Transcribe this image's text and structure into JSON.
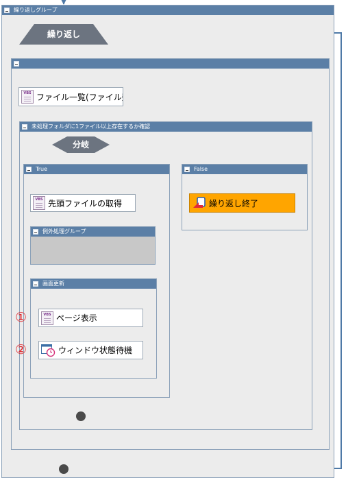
{
  "outer_group": {
    "title": "繰り返しグループ"
  },
  "loop": {
    "label": "繰り返し"
  },
  "loop_body": {
    "title": ""
  },
  "file_list": {
    "label": "ファイル一覧(ファイル数..."
  },
  "check_group": {
    "title": "未処理フォルダに1ファイル以上存在するか確認"
  },
  "branch": {
    "label": "分岐"
  },
  "true_branch": {
    "title": "True"
  },
  "false_branch": {
    "title": "False"
  },
  "get_first_file": {
    "label": "先頭ファイルの取得"
  },
  "exception_group": {
    "title": "例外処理グループ"
  },
  "screen_update": {
    "title": "画面更新"
  },
  "page_display": {
    "label": "ページ表示",
    "marker": "①"
  },
  "window_wait": {
    "label": "ウィンドウ状態待機",
    "marker": "②"
  },
  "loop_end": {
    "label": "繰り返し終了"
  },
  "colors": {
    "header": "#5b7fa6",
    "connector": "#4e79a7",
    "loop_end_bg": "#ffa500",
    "marker": "#e0242a"
  }
}
